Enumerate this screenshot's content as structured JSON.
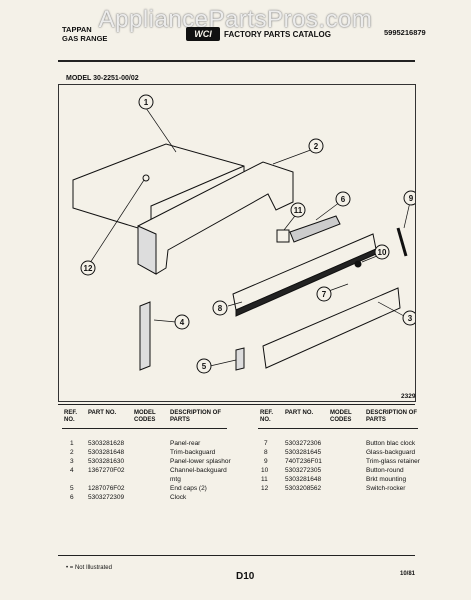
{
  "watermark": "AppliancePartsPros.com",
  "header": {
    "brand_line1": "TAPPAN",
    "brand_line2": "GAS RANGE",
    "catalog_title": "FACTORY PARTS CATALOG",
    "logo_text": "WCI",
    "catalog_number": "5995216879"
  },
  "model": "MODEL 30-2251-00/02",
  "diagram": {
    "number": "2329",
    "callouts": [
      "1",
      "2",
      "3",
      "4",
      "5",
      "6",
      "7",
      "8",
      "9",
      "10",
      "11",
      "12"
    ]
  },
  "table": {
    "headers": {
      "ref_no": "REF. NO.",
      "part_no": "PART NO.",
      "model_codes": "MODEL CODES",
      "description": "DESCRIPTION OF PARTS"
    },
    "left_rows": [
      {
        "ref": "1",
        "part": "5303281628",
        "code": "",
        "desc": "Panel-rear"
      },
      {
        "ref": "2",
        "part": "5303281648",
        "code": "",
        "desc": "Trim-backguard"
      },
      {
        "ref": "3",
        "part": "5303281630",
        "code": "",
        "desc": "Panel-lower splashor"
      },
      {
        "ref": "4",
        "part": "1367270F02",
        "code": "",
        "desc": "Channel-backguard"
      },
      {
        "ref": "",
        "part": "",
        "code": "",
        "desc": "mtg"
      },
      {
        "ref": "5",
        "part": "1287076F02",
        "code": "",
        "desc": "End caps (2)"
      },
      {
        "ref": "6",
        "part": "5303272309",
        "code": "",
        "desc": "Clock"
      }
    ],
    "right_rows": [
      {
        "ref": "7",
        "part": "5303272306",
        "code": "",
        "desc": "Button blac clock"
      },
      {
        "ref": "8",
        "part": "5303281645",
        "code": "",
        "desc": "Glass-backguard"
      },
      {
        "ref": "9",
        "part": "740T236F01",
        "code": "",
        "desc": "Trim-glass retainer"
      },
      {
        "ref": "10",
        "part": "5303272305",
        "code": "",
        "desc": "Button-round"
      },
      {
        "ref": "11",
        "part": "5303281648",
        "code": "",
        "desc": "Brkt mounting"
      },
      {
        "ref": "12",
        "part": "5303208562",
        "code": "",
        "desc": "Switch-rocker"
      }
    ]
  },
  "footer": {
    "note": "• = Not Illustrated",
    "page_code": "D10",
    "date": "10/81"
  }
}
